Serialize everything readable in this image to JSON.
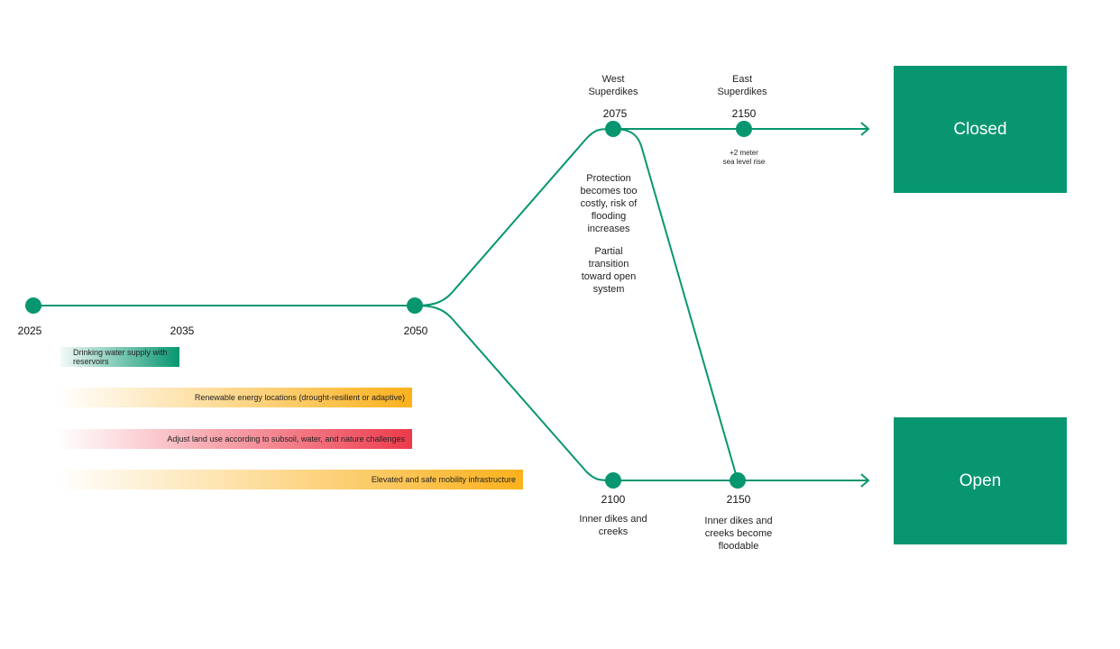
{
  "colors": {
    "green": "#079670",
    "orange": "#fbb11c",
    "red": "#ec3a4b",
    "white": "#ffffff"
  },
  "timeline": {
    "years": {
      "y2025": "2025",
      "y2035": "2035",
      "y2050": "2050",
      "y2075": "2075",
      "y2150_top": "2150",
      "y2100": "2100",
      "y2150_bottom": "2150"
    },
    "labels": {
      "west_superdikes": "West\nSuperdikes",
      "east_superdikes": "East\nSuperdikes",
      "sea_level": "+2 meter\nsea level rise",
      "protection": "Protection\nbecomes too\ncostly, risk of\nflooding\nincreases",
      "partial": "Partial\ntransition\ntoward open\nsystem",
      "inner_dikes": "Inner dikes and\ncreeks",
      "inner_floodable": "Inner dikes and\ncreeks become\nfloodable"
    }
  },
  "bars": {
    "water": "Drinking water supply with\nreservoirs",
    "energy": "Renewable energy locations (drought-resilient or adaptive)",
    "land": "Adjust land use according to subsoil, water, and nature challenges",
    "mobility": "Elevated and safe mobility infrastructure"
  },
  "outcomes": {
    "closed": "Closed",
    "open": "Open"
  }
}
